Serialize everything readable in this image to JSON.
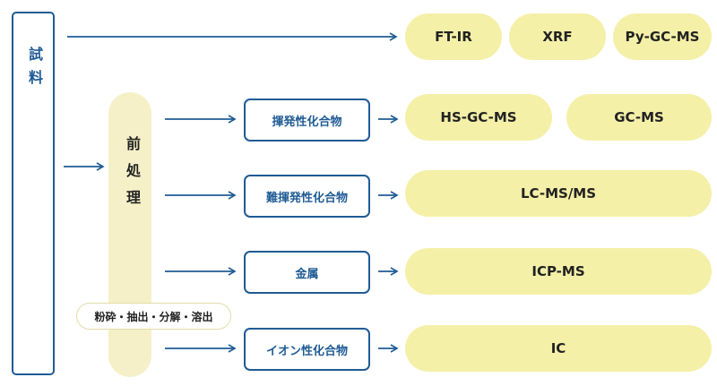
{
  "sample": {
    "label": "試料"
  },
  "pretreatment": {
    "label": "前処理",
    "note": "粉砕・抽出・分解・溶出"
  },
  "categories": [
    {
      "label": "揮発性化合物"
    },
    {
      "label": "難揮発性化合物"
    },
    {
      "label": "金属"
    },
    {
      "label": "イオン性化合物"
    }
  ],
  "direct_methods": [
    "FT-IR",
    "XRF",
    "Py-GC-MS"
  ],
  "category_methods": [
    [
      "HS-GC-MS",
      "GC-MS"
    ],
    [
      "LC-MS/MS"
    ],
    [
      "ICP-MS"
    ],
    [
      "IC"
    ]
  ],
  "colors": {
    "primary": "#1f5b95",
    "method_fill": "#f5f0a8",
    "pre_fill": "#f6f0c8"
  }
}
